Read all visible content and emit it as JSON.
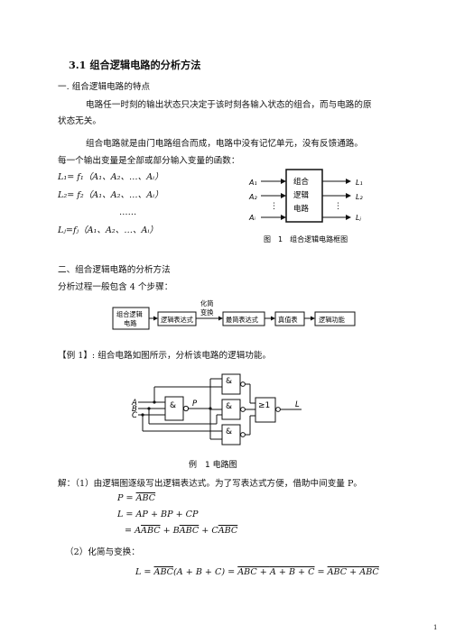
{
  "section_title": "3.1 组合逻辑电路的分析方法",
  "h1": "一. 组合逻辑电路的特点",
  "p1_line1": "电路任一时刻的输出状态只决定于该时刻各输入状态的组合，而与电路的原",
  "p1_line2": "状态无关。",
  "p2": "组合电路就是由门电路组合而成，电路中没有记忆单元，没有反馈通路。",
  "p3": "每一个输出变量是全部或部分输入变量的函数：",
  "eq1": "L₁= f₁（A₁、A₂、…、Aᵢ）",
  "eq2": "L₂= f₂（A₁、A₂、…、Aᵢ）",
  "eq_dots": "……",
  "eq3": "Lⱼ=fⱼ（A₁、A₂、…、Aᵢ）",
  "fig1": {
    "box_label": [
      "组合",
      "逻辑",
      "电路"
    ],
    "inputs": [
      "A₁",
      "A₂",
      "Aᵢ"
    ],
    "outputs": [
      "L₁",
      "L₂",
      "Lⱼ"
    ],
    "caption": "图　1　组合逻辑电路框图"
  },
  "h2": "二、组合逻辑电路的分析方法",
  "p4": "分析过程一般包含 4 个步骤：",
  "flow": {
    "step1": [
      "组合逻辑",
      "电路"
    ],
    "step2": "逻辑表达式",
    "label_between": [
      "化简",
      "变换"
    ],
    "step3": "最简表达式",
    "step4": "真值表",
    "step5": "逻辑功能"
  },
  "example1": "【例 1】: 组合电路如图所示，分析该电路的逻辑功能。",
  "fig2": {
    "inputs": [
      "A",
      "B",
      "C"
    ],
    "gate_and": "&",
    "gate_or": "≥1",
    "mid": "P",
    "out": "L",
    "caption": "例　1 电路图"
  },
  "solution1": "解：（1）由逻辑图逐级写出逻辑表达式。为了写表达式方便，借助中间变量 P。",
  "step2_label": "（2）化简与变换：",
  "page_number": "1"
}
